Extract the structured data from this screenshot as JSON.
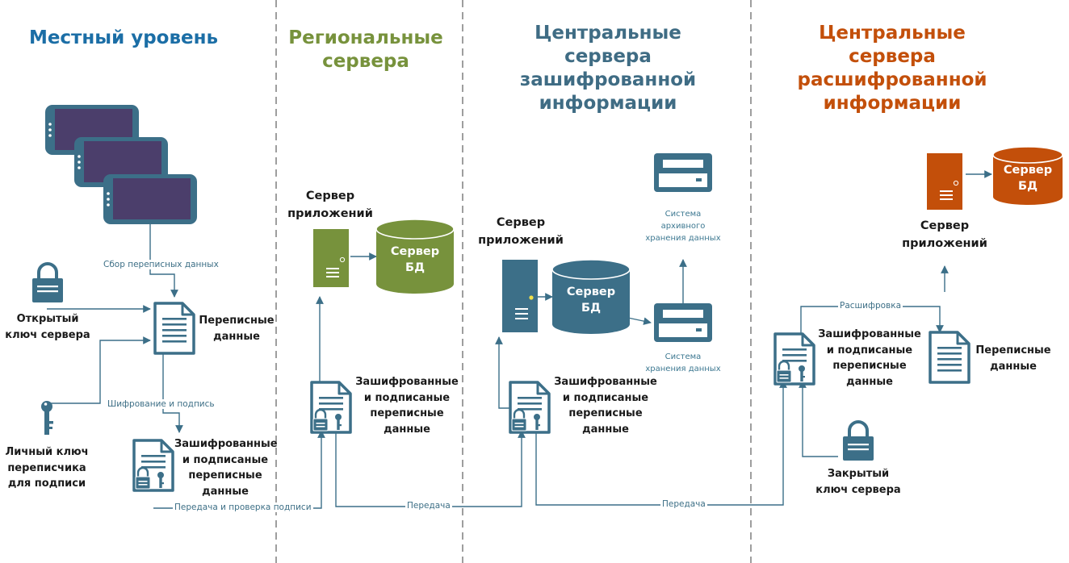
{
  "colors": {
    "blue_heading": "#1b6ea6",
    "green": "#77923c",
    "teal": "#3f6c84",
    "orange": "#c34f0a",
    "device_screen": "#4b3e6b",
    "connector": "#3c6f88",
    "divider": "#7f7f7f"
  },
  "columns": {
    "local": {
      "heading": "Местный уровень"
    },
    "regional": {
      "heading_lines": [
        "Региональные",
        "сервера"
      ]
    },
    "central_enc": {
      "heading_lines": [
        "Центральные",
        "сервера",
        "зашифрованной",
        "информации"
      ]
    },
    "central_dec": {
      "heading_lines": [
        "Центральные",
        "сервера",
        "расшифрованной",
        "информации"
      ]
    }
  },
  "local": {
    "public_key_lines": [
      "Открытый",
      "ключ сервера"
    ],
    "census_data_lines": [
      "Переписные",
      "данные"
    ],
    "private_key_lines": [
      "Личный ключ",
      "переписчика",
      "для подписи"
    ],
    "encrypted_lines": [
      "Зашифрованные",
      "и подписаные",
      "переписные",
      "данные"
    ],
    "collect_label": "Сбор переписных данных",
    "sign_label": "Шифрование и подпись"
  },
  "regional": {
    "app_server_lines": [
      "Сервер",
      "приложений"
    ],
    "db_lines": [
      "Сервер",
      "БД"
    ],
    "encrypted_lines": [
      "Зашифрованные",
      "и подписаные",
      "переписные",
      "данные"
    ]
  },
  "central_enc": {
    "app_server_lines": [
      "Сервер",
      "приложений"
    ],
    "db_lines": [
      "Сервер",
      "БД"
    ],
    "archive_lines": [
      "Система",
      "архивного",
      "хранения данных"
    ],
    "storage_lines": [
      "Система",
      "хранения данных"
    ],
    "encrypted_lines": [
      "Зашифрованные",
      "и подписаные",
      "переписные",
      "данные"
    ]
  },
  "central_dec": {
    "db_lines": [
      "Сервер",
      "БД"
    ],
    "app_server_lines": [
      "Сервер",
      "приложений"
    ],
    "decrypt_label": "Расшифровка",
    "encrypted_lines": [
      "Зашифрованные",
      "и подписаные",
      "переписные",
      "данные"
    ],
    "census_data_lines": [
      "Переписные",
      "данные"
    ],
    "private_key_lines": [
      "Закрытый",
      "ключ сервера"
    ]
  },
  "transfers": {
    "first": "Передача и проверка подписи",
    "second": "Передача",
    "third": "Передача"
  },
  "icons": [
    "tablet-icon",
    "padlock-icon",
    "key-icon",
    "document-icon",
    "encrypted-document-icon",
    "tower-server-icon",
    "database-icon",
    "rack-server-icon"
  ]
}
